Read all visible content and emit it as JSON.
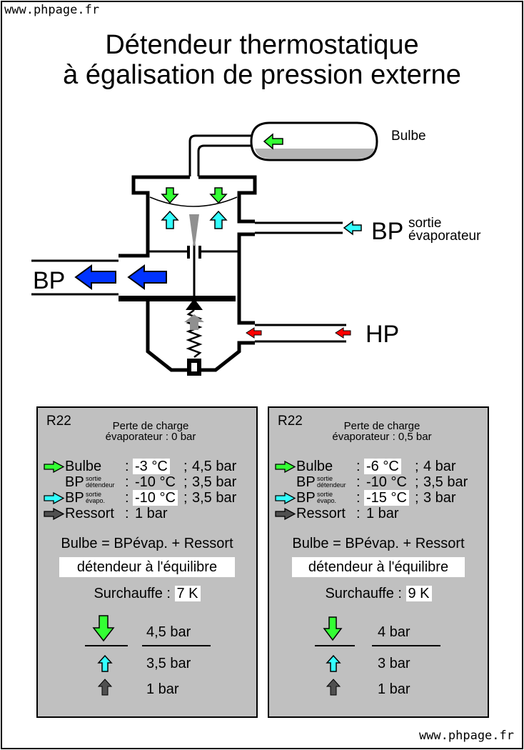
{
  "watermark": {
    "top": "www.phpage.fr",
    "bottom": "www.phpage.fr"
  },
  "title": {
    "line1": "Détendeur thermostatique",
    "line2": "à égalisation de pression externe"
  },
  "diagram": {
    "bulbe_label": "Bulbe",
    "bp_sortie": {
      "main": "BP",
      "sup": "sortie",
      "sub": "évaporateur"
    },
    "bp_label": "BP",
    "hp_label": "HP"
  },
  "colors": {
    "green": "#33ff33",
    "cyan": "#33ffff",
    "red": "#ff0000",
    "blue": "#0033ff",
    "gray": "#505050",
    "panel": "#c0c0c0"
  },
  "panels": [
    {
      "fluid": "R22",
      "perte_line1": "Perte de charge",
      "perte_line2": "évaporateur : 0 bar",
      "bulbe": {
        "name": "Bulbe",
        "colon": ":",
        "temp": "-3 °C",
        "sep": ";",
        "pres": "4,5 bar"
      },
      "bp_det": {
        "name": "BP",
        "sup": "sortie",
        "sub": "détendeur",
        "colon": ":",
        "temp": "-10 °C",
        "sep": ";",
        "pres": "3,5 bar"
      },
      "bp_evap": {
        "name": "BP",
        "sup": "sortie",
        "sub": "évapo.",
        "colon": ":",
        "temp": "-10 °C",
        "sep": ";",
        "pres": "3,5 bar"
      },
      "ressort": {
        "name": "Ressort",
        "colon": ":",
        "pres": "1 bar"
      },
      "formula": "Bulbe = BPévap. + Ressort",
      "state": "détendeur à l'équilibre",
      "surchauffe_label": "Surchauffe :",
      "surchauffe_value": "7 K",
      "balance": {
        "top": "4,5 bar",
        "mid": "3,5 bar",
        "bot": "1 bar"
      }
    },
    {
      "fluid": "R22",
      "perte_line1": "Perte de charge",
      "perte_line2": "évaporateur : 0,5 bar",
      "bulbe": {
        "name": "Bulbe",
        "colon": ":",
        "temp": "-6 °C",
        "sep": ";",
        "pres": "4 bar"
      },
      "bp_det": {
        "name": "BP",
        "sup": "sortie",
        "sub": "détendeur",
        "colon": ":",
        "temp": "-10 °C",
        "sep": ";",
        "pres": "3,5 bar"
      },
      "bp_evap": {
        "name": "BP",
        "sup": "sortie",
        "sub": "évapo.",
        "colon": ":",
        "temp": "-15 °C",
        "sep": ";",
        "pres": "3 bar"
      },
      "ressort": {
        "name": "Ressort",
        "colon": ":",
        "pres": "1 bar"
      },
      "formula": "Bulbe = BPévap. + Ressort",
      "state": "détendeur à l'équilibre",
      "surchauffe_label": "Surchauffe :",
      "surchauffe_value": "9 K",
      "balance": {
        "top": "4 bar",
        "mid": "3 bar",
        "bot": "1 bar"
      }
    }
  ]
}
